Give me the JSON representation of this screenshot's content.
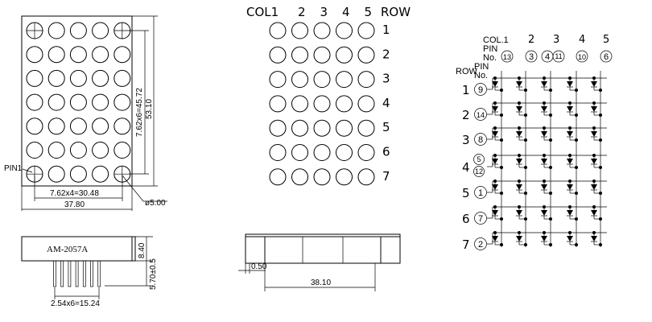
{
  "front_view": {
    "pin1_label": "PIN1",
    "dim_width_pitch": "7.62x4=30.48",
    "dim_width_total": "37.80",
    "dim_height_pitch": "7.62x6=45.72",
    "dim_height_total": "53.10",
    "dim_dot_diameter": "ø5.00"
  },
  "side_view": {
    "part_number": "AM-2057A",
    "dim_body_height": "8.40",
    "dim_pin_length": "5.70±0.5",
    "dim_pin_pitch": "2.54x6=15.24"
  },
  "matrix_view": {
    "col_header": "COL1",
    "row_header": "ROW",
    "col_numbers": [
      "2",
      "3",
      "4",
      "5"
    ],
    "row_numbers": [
      "1",
      "2",
      "3",
      "4",
      "5",
      "6",
      "7"
    ]
  },
  "bottom_view": {
    "dim_offset": "0.50",
    "dim_pin_span": "38.10"
  },
  "circuit": {
    "col_label": "COL.1",
    "pin_label_top": "PIN",
    "pin_label_no": "No.",
    "row_label": "ROW",
    "row_pin_label": "PIN",
    "row_pin_no": "No.",
    "columns": [
      {
        "number": "",
        "pin": "13"
      },
      {
        "number": "2",
        "pin": "3"
      },
      {
        "number": "3",
        "pin": "4"
      },
      {
        "number": "4",
        "pin": "10"
      },
      {
        "number": "5",
        "pin": "6"
      }
    ],
    "col3_extra_pin": "11",
    "rows": [
      {
        "number": "1",
        "pin": "9"
      },
      {
        "number": "2",
        "pin": "14"
      },
      {
        "number": "3",
        "pin": "8"
      },
      {
        "number": "4",
        "pin": "5"
      },
      {
        "number": "5",
        "pin": "1"
      },
      {
        "number": "6",
        "pin": "7"
      },
      {
        "number": "7",
        "pin": "2"
      }
    ],
    "row4_extra_pin": "12"
  }
}
